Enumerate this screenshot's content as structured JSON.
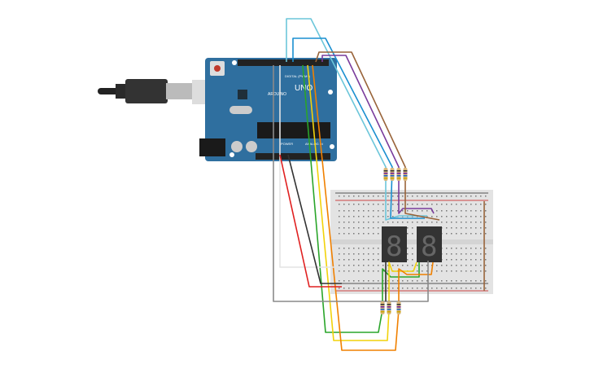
{
  "arduino": {
    "brand": "ARDUINO",
    "model": "UNO",
    "digital_label": "DIGITAL (PWM~)",
    "power_label": "POWER",
    "analog_label": "ANALOG IN",
    "board_color": "#2f6f9f"
  },
  "breadboard": {
    "color": "#e3e3e3",
    "rail_plus": "+",
    "rail_minus": "-"
  },
  "displays": [
    {
      "name": "seven-segment-1"
    },
    {
      "name": "seven-segment-2"
    }
  ],
  "wire_colors": {
    "lightblue": "#6cc6da",
    "blue": "#1a8fd0",
    "purple": "#7a3c9c",
    "brown": "#99643a",
    "green": "#2aa52a",
    "yellow": "#f2d20a",
    "orange": "#f08000",
    "white": "#eeeeee",
    "gray": "#8a8a8a",
    "red": "#e02020",
    "black": "#333333"
  }
}
